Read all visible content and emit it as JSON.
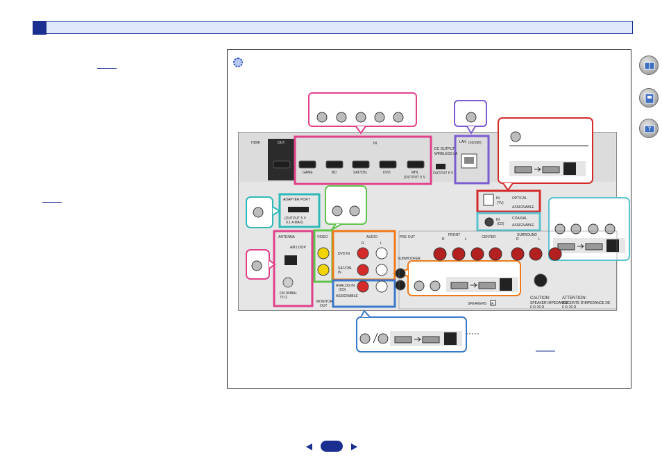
{
  "nav": {
    "prev_icon": "triangle-left",
    "next_icon": "triangle-right",
    "page_icon": "page-pill"
  },
  "side_icons": [
    "book-icon",
    "receiver-icon",
    "help-icon"
  ],
  "rear_panel": {
    "hdmi": "HDMI",
    "out": "OUT",
    "in": "IN",
    "hdmi_inputs": [
      "GAME",
      "BD",
      "SAT/CBL",
      "DVD",
      "MHL"
    ],
    "mhl_note": "(OUTPUT 5 V",
    "dc_output": "DC OUTPUT",
    "wireless": "WIRELESS LA",
    "output_5v": "OUTPUT 5 V",
    "lan": "LAN",
    "lan_spec": "(10/100)",
    "adapter_port": "ADAPTER PORT",
    "adapter_output": "(OUTPUT 5 V",
    "adapter_amp": "0.1 A MAX)",
    "antenna": "ANTENNA",
    "am_loop": "AM LOOP",
    "fm_unbal": "FM UNBAL",
    "fm_ohm": "75 Ω",
    "video": "VIDEO",
    "audio": "AUDIO",
    "r": "R",
    "l": "L",
    "dvd_in": "DVD IN",
    "satcbl_in": "SAT/CBL",
    "satcbl_in2": "IN",
    "analog_in": "ANALOG IN",
    "cd": "(CD)",
    "assignable": "ASSIGNABLE",
    "pre_out": "PRE OUT",
    "subwoofer": "SUBWOOFER",
    "monitor_out": "MONITOR",
    "monitor_out2": "OUT",
    "optical": "OPTICAL",
    "tv": "(TV)",
    "coaxial": "COAXIAL",
    "front": "FRONT",
    "center": "CENTER",
    "surround": "SURROUND",
    "speakers": "SPEAKERS",
    "speakers_tag": "A",
    "caution": "CAUTION:",
    "caution_text": "SPEAKER IMPEDANCE",
    "caution_text2": "6 Ω-16 Ω",
    "attention": "ATTENTION:",
    "attention_text": "ENCEINTE D'IMPEDANCE DE",
    "attention_text2": "6 Ω-16 Ω"
  },
  "colors": {
    "header_blue": "#1a2f8f",
    "header_fill": "#dfe8fb",
    "pink": "#e0408a",
    "purple": "#7a5bd0",
    "red": "#d42a2a",
    "teal": "#2fb8b8",
    "green": "#5fc34a",
    "orange": "#f07a1a",
    "blue": "#3a78c9",
    "cyan": "#59c3cf"
  }
}
